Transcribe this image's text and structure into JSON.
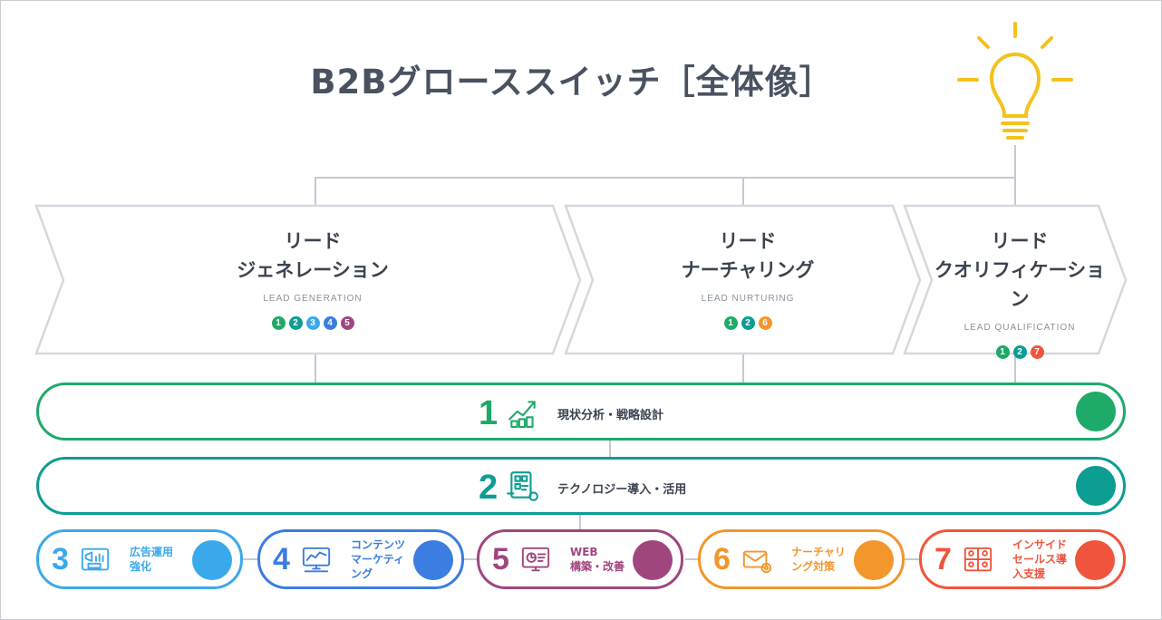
{
  "title": "B2Bグローススイッチ［全体像］",
  "stages": [
    {
      "title": "リード\nジェネレーション",
      "sub": "LEAD GENERATION",
      "badges": [
        "1",
        "2",
        "3",
        "4",
        "5"
      ]
    },
    {
      "title": "リード\nナーチャリング",
      "sub": "LEAD NURTURING",
      "badges": [
        "1",
        "2",
        "6"
      ]
    },
    {
      "title": "リード\nクオリフィケーション",
      "sub": "LEAD QUALIFICATION",
      "badges": [
        "1",
        "2",
        "7"
      ]
    }
  ],
  "bars": [
    {
      "num": "1",
      "label": "現状分析・戦略設計",
      "icon": "growth-chart-icon"
    },
    {
      "num": "2",
      "label": "テクノロジー導入・活用",
      "icon": "tech-device-icon"
    }
  ],
  "pills": [
    {
      "num": "3",
      "label": "広告運用\n強化",
      "icon": "ad-megaphone-icon"
    },
    {
      "num": "4",
      "label": "コンテンツ\nマーケティ\nング",
      "icon": "monitor-chart-icon"
    },
    {
      "num": "5",
      "label": "WEB\n構築・改善",
      "icon": "web-screen-icon"
    },
    {
      "num": "6",
      "label": "ナーチャリ\nング対策",
      "icon": "mail-gear-icon"
    },
    {
      "num": "7",
      "label": "インサイド\nセールス導\n入支援",
      "icon": "video-call-icon"
    }
  ],
  "colors": {
    "1": "#1eaa68",
    "2": "#0c9d93",
    "3": "#3aa9ec",
    "4": "#3b7de0",
    "5": "#a0467f",
    "6": "#f3962b",
    "7": "#f0543c",
    "bulb": "#f4c21d",
    "chevron": "#d5d8df",
    "connector": "#c5c9d1"
  }
}
